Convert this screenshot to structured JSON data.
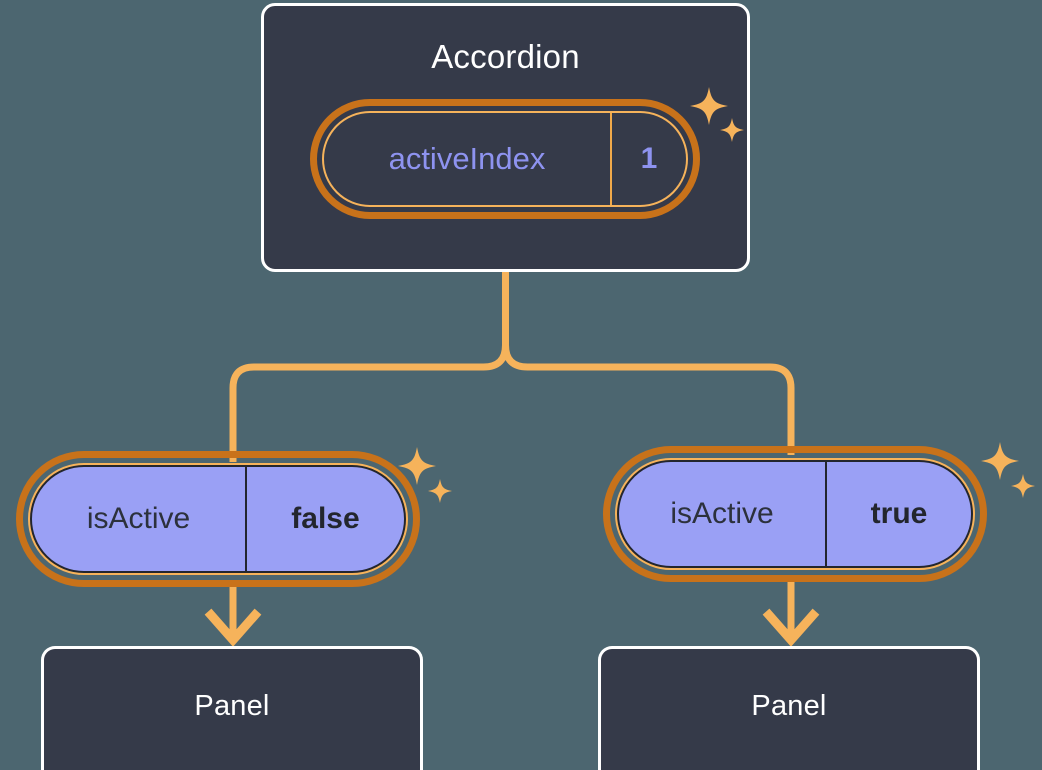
{
  "theme": {
    "background": "#4c6670",
    "component_fill": "#353a49",
    "component_border": "#ffffff",
    "wire": "#f6b35b",
    "ring_outer": "#c8721a",
    "ring_inner": "#f6b35b",
    "state_fill_purple": "#9aa0f5",
    "state_text_dark": "#23262e",
    "state_text_purple": "#8e93f0"
  },
  "diagram": {
    "type": "component-state-tree",
    "root": {
      "name": "accordion-component",
      "title": "Accordion",
      "state": {
        "key": "activeIndex",
        "value": "1",
        "style": "dark",
        "sparkle": true
      }
    },
    "children": [
      {
        "name": "panel-left",
        "state": {
          "key": "isActive",
          "value": "false",
          "style": "purple",
          "sparkle": true
        },
        "component": {
          "title": "Panel"
        }
      },
      {
        "name": "panel-right",
        "state": {
          "key": "isActive",
          "value": "true",
          "style": "purple",
          "sparkle": true
        },
        "component": {
          "title": "Panel"
        }
      }
    ]
  },
  "icons": {
    "sparkle_large": "four-point-star-icon",
    "sparkle_small": "four-point-star-small-icon",
    "arrow": "arrow-down-icon"
  }
}
